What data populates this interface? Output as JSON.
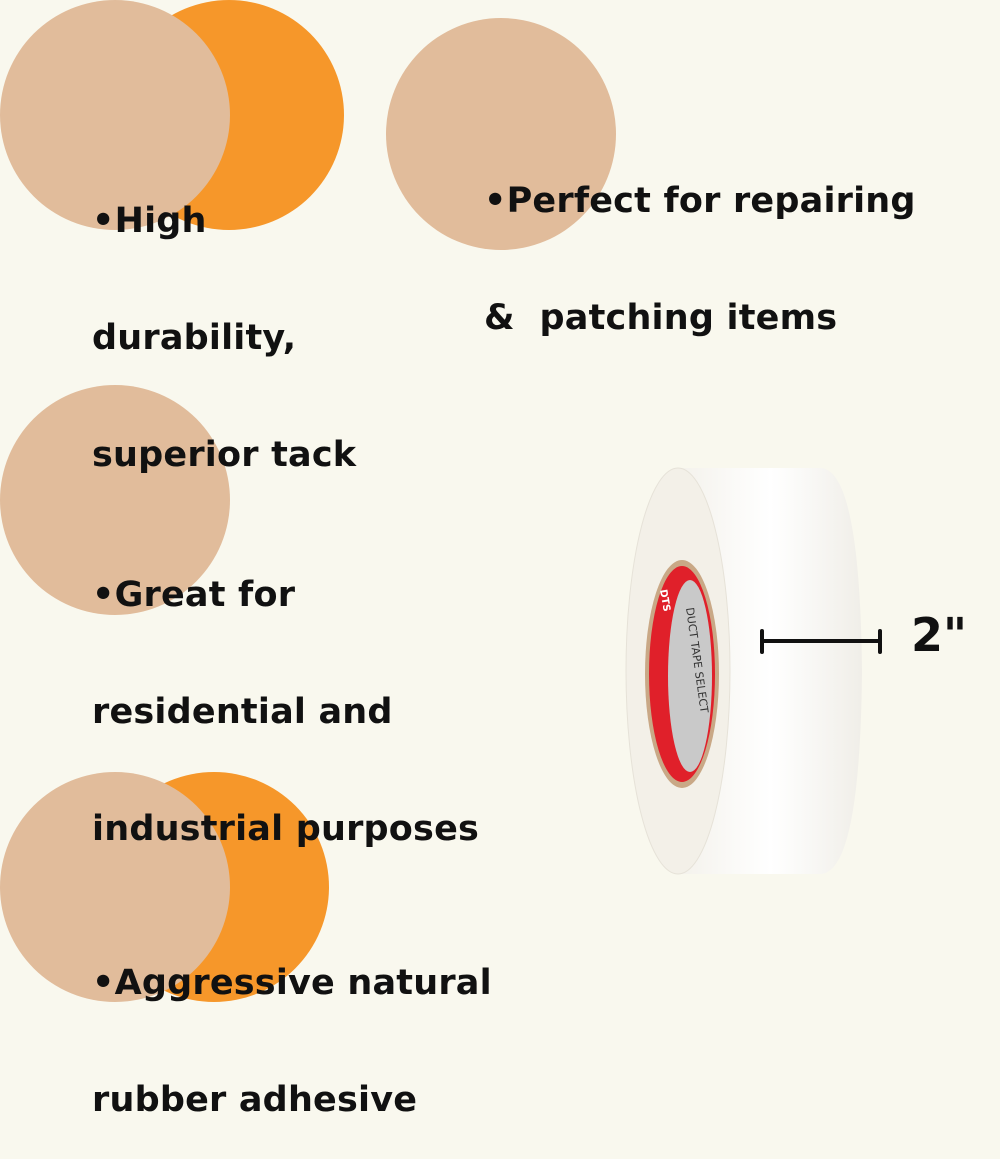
{
  "features": [
    {
      "line1": "•High",
      "line2": "durability,",
      "line3": "superior tack"
    },
    {
      "line1": "•Perfect for repairing",
      "line2": "&  patching items"
    },
    {
      "line1": "•Great for",
      "line2": "residential and",
      "line3": "industrial purposes"
    },
    {
      "line1": "•Aggressive natural",
      "line2": "rubber adhesive"
    }
  ],
  "product": {
    "width_label": "2\"",
    "core_text": "DUCT TAPE SELECT",
    "core_brand": "DTS"
  },
  "colors": {
    "background": "#f9f8ee",
    "tan": "#e1bc9b",
    "orange": "#f6972a",
    "core_red": "#e0202a"
  }
}
